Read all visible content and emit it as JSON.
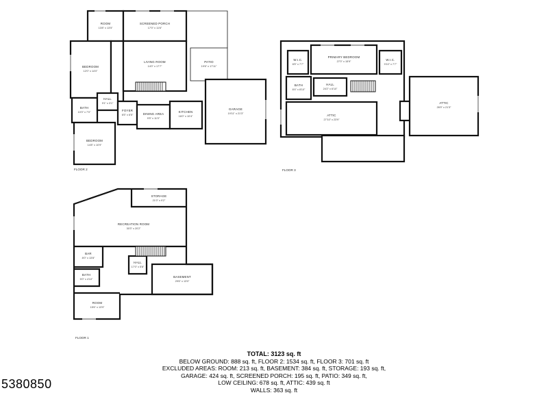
{
  "listing_id": "5380850",
  "colors": {
    "wall": "#111111",
    "background": "#ffffff",
    "text": "#000000"
  },
  "floors": [
    {
      "name": "FLOOR 2",
      "rooms": [
        {
          "label": "ROOM",
          "dims": "13'8\" x 13'5\""
        },
        {
          "label": "SCREENED PORCH",
          "dims": "17'0\" x 11'6\""
        },
        {
          "label": "BEDROOM",
          "dims": "12'0\" x 14'0\""
        },
        {
          "label": "LIVING ROOM",
          "dims": "14'0\" x 17'7\""
        },
        {
          "label": "PATIO",
          "dims": "19'6\" x 17'11\""
        },
        {
          "label": "BATH",
          "dims": "10'0\" x 7'0\""
        },
        {
          "label": "HALL",
          "dims": "9'1\" x 3'1\""
        },
        {
          "label": "FOYER",
          "dims": "6'5\" x 6'5\""
        },
        {
          "label": "DINING AREA",
          "dims": "9'5\" x 11'0\""
        },
        {
          "label": "KITCHEN",
          "dims": "16'0\" x 10'4\""
        },
        {
          "label": "GARAGE",
          "dims": "19'11\" x 21'3\""
        },
        {
          "label": "BEDROOM",
          "dims": "14'8\" x 10'9\""
        }
      ]
    },
    {
      "name": "FLOOR 3",
      "rooms": [
        {
          "label": "W.I.C.",
          "dims": "6'5\" x 7'7\""
        },
        {
          "label": "PRIMARY BEDROOM",
          "dims": "27'0\" x 15'9\""
        },
        {
          "label": "W.I.C.",
          "dims": "9'10\" x 7'7\""
        },
        {
          "label": "BATH",
          "dims": "8'4\" x 8'10\""
        },
        {
          "label": "HALL",
          "dims": "24'2\" x 6'10\""
        },
        {
          "label": "ATTIC",
          "dims": "27'10\" x 23'9\""
        },
        {
          "label": "ATTIC",
          "dims": "26'9\" x 21'3\""
        }
      ]
    },
    {
      "name": "FLOOR 1",
      "rooms": [
        {
          "label": "STORAGE",
          "dims": "21'0\" x 9'2\""
        },
        {
          "label": "RECREATION ROOM",
          "dims": "30'3\" x 20'2\""
        },
        {
          "label": "BAR",
          "dims": "8'0\" x 13'8\""
        },
        {
          "label": "HALL",
          "dims": "17'0\" x 5'8\""
        },
        {
          "label": "BATH",
          "dims": "5'0\" x 4'10\""
        },
        {
          "label": "BASEMENT",
          "dims": "29'6\" x 13'0\""
        },
        {
          "label": "ROOM",
          "dims": "15'6\" x 13'9\""
        }
      ]
    }
  ],
  "summary": {
    "total": "TOTAL: 3123 sq. ft",
    "lines": [
      "BELOW GROUND: 888 sq. ft, FLOOR 2: 1534 sq. ft, FLOOR 3: 701 sq. ft",
      "EXCLUDED AREAS: ROOM: 213 sq. ft, BASEMENT: 384 sq. ft, STORAGE: 193 sq. ft,",
      "GARAGE: 424 sq. ft, SCREENED PORCH: 195 sq. ft, PATIO: 349 sq. ft,",
      "LOW CEILING: 678 sq. ft, ATTIC: 439 sq. ft",
      "WALLS: 363 sq. ft"
    ]
  }
}
